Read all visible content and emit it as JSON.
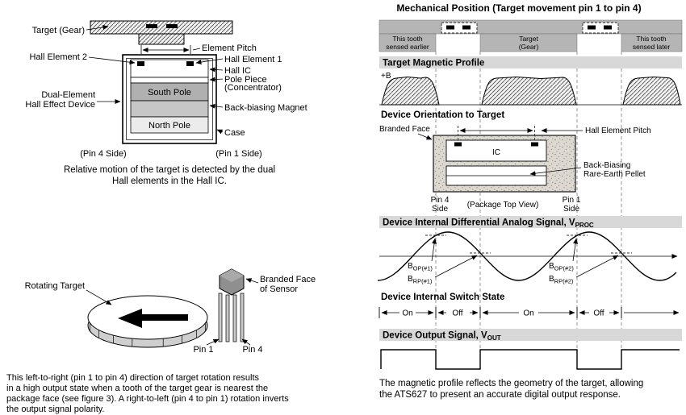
{
  "colors": {
    "gray_band": "#b5b5b5",
    "header_bar": "#d8d8d8",
    "south_pole_fill": "#b0b0b0",
    "magnet_mid_fill": "#c6c6c6",
    "north_pole_fill": "#ececec",
    "package_fill": "#8f8f8f",
    "disk_side_fill": "#cfcfcf"
  },
  "left": {
    "sensor_diagram": {
      "target_label": "Target (Gear)",
      "element_pitch_label": "Element Pitch",
      "hall_element_2": "Hall Element 2",
      "hall_element_1": "Hall Element 1",
      "hall_ic": "Hall IC",
      "pole_piece_line1": "Pole Piece",
      "pole_piece_line2": "(Concentrator)",
      "south_pole": "South Pole",
      "dual_element_line1": "Dual-Element",
      "dual_element_line2": "Hall Effect Device",
      "back_biasing_magnet": "Back-biasing Magnet",
      "north_pole": "North Pole",
      "case_label": "Case",
      "pin4_side": "(Pin 4 Side)",
      "pin1_side": "(Pin 1 Side)",
      "caption_line1": "Relative motion of the target is detected by the dual",
      "caption_line2": "Hall elements in the Hall IC."
    },
    "rotation_diagram": {
      "rotating_target": "Rotating Target",
      "branded_face_line1": "Branded Face",
      "branded_face_line2": "of Sensor",
      "pin1": "Pin 1",
      "pin4": "Pin 4",
      "caption_line1": "This left-to-right (pin 1 to pin 4) direction of target rotation results",
      "caption_line2": "in a high output state when a tooth of the target gear is nearest the",
      "caption_line3": "package face (see figure 3). A right-to-left (pin 4 to pin 1) rotation inverts",
      "caption_line4": "the output signal polarity."
    }
  },
  "right": {
    "title": "Mechanical Position (Target movement pin 1 to pin 4)",
    "gear": {
      "tooth_earlier_line1": "This tooth",
      "tooth_earlier_line2": "sensed earlier",
      "target_line1": "Target",
      "target_line2": "(Gear)",
      "tooth_later_line1": "This tooth",
      "tooth_later_line2": "sensed later"
    },
    "magnetic_profile": {
      "header": "Target Magnetic Profile",
      "plus_b": "+B"
    },
    "orientation": {
      "header": "Device Orientation to Target",
      "branded_face": "Branded Face",
      "hall_element_pitch": "Hall Element Pitch",
      "ic": "IC",
      "pellet_line1": "Back-Biasing",
      "pellet_line2": "Rare-Earth Pellet",
      "pin4_line1": "Pin 4",
      "pin4_line2": "Side",
      "package_top_view": "(Package Top View)",
      "pin1_line1": "Pin 1",
      "pin1_line2": "Side"
    },
    "analog_signal": {
      "header_main": "Device Internal Differential Analog Signal, V",
      "header_sub": "PROC",
      "bop1_main": "B",
      "bop1_sub": "OP(#1)",
      "brp1_main": "B",
      "brp1_sub": "RP(#1)",
      "bop2_main": "B",
      "bop2_sub": "OP(#2)",
      "brp2_main": "B",
      "brp2_sub": "RP(#2)"
    },
    "switch_state": {
      "header": "Device Internal Switch State",
      "labels": [
        "On",
        "Off",
        "On",
        "Off"
      ]
    },
    "output_signal": {
      "header_main": "Device Output Signal, V",
      "header_sub": "OUT"
    },
    "caption_line1": "The magnetic profile reflects the geometry of the target, allowing",
    "caption_line2": "the ATS627 to present an accurate digital output response."
  }
}
